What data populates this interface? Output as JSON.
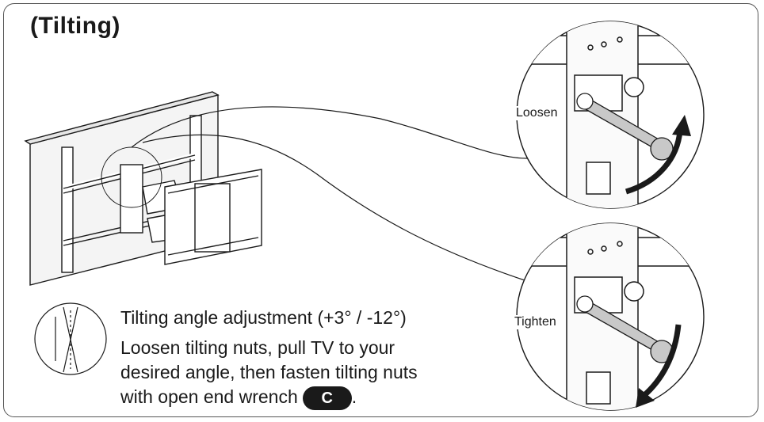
{
  "title": "(Tilting)",
  "callouts": {
    "top_label": "Loosen",
    "bottom_label": "Tighten"
  },
  "caption": "Tilting angle adjustment (+3° / -12°)",
  "instructions": {
    "line1": "Loosen tilting nuts, pull TV to your",
    "line2": "desired angle, then fasten tilting nuts",
    "line3": "with open end wrench",
    "tool_badge": "C",
    "line3_end": "."
  },
  "colors": {
    "ink": "#1a1a1a",
    "frame": "#555555",
    "tool": "#c8c8c8"
  },
  "icons": [
    "tv-wall-mount-illustration",
    "loosen-detail-icon",
    "tighten-detail-icon",
    "tilt-angle-icon",
    "wrench-icon",
    "rotation-arrow-icon"
  ]
}
